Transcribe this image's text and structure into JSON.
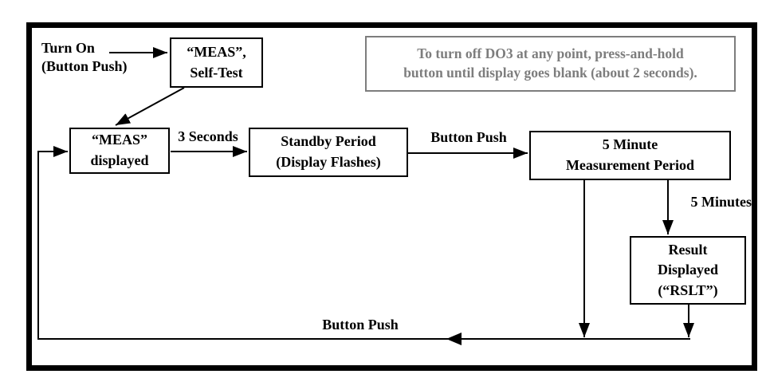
{
  "note": {
    "text": "To turn off DO3 at any point, press-and-hold\nbutton until display goes blank (about 2 seconds)."
  },
  "nodes": {
    "turn_on": {
      "label": "Turn On\n(Button Push)"
    },
    "self_test": {
      "label": "“MEAS”,\nSelf-Test"
    },
    "meas_displayed": {
      "label": "“MEAS”\ndisplayed"
    },
    "standby": {
      "label": "Standby Period\n(Display Flashes)"
    },
    "measurement": {
      "label": "5 Minute\nMeasurement Period"
    },
    "result": {
      "label": "Result\nDisplayed\n(“RSLT”)"
    }
  },
  "edges": {
    "three_seconds": "3 Seconds",
    "button_push_top": "Button Push",
    "five_minutes": "5 Minutes",
    "button_push_bottom": "Button Push"
  },
  "colors": {
    "line": "#000000",
    "note_gray": "#7d7d7d",
    "background": "#ffffff"
  }
}
